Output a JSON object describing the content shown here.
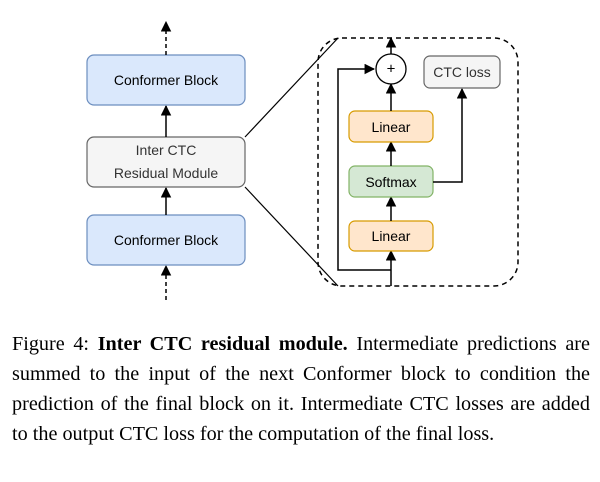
{
  "diagram": {
    "left": {
      "top_block": "Conformer Block",
      "inter_line1": "Inter CTC",
      "inter_line2": "Residual Module",
      "bottom_block": "Conformer Block"
    },
    "right": {
      "plus": "+",
      "ctc_loss": "CTC loss",
      "linear_top": "Linear",
      "softmax": "Softmax",
      "linear_bottom": "Linear"
    },
    "colors": {
      "conformer_fill": "#dae8fc",
      "conformer_stroke": "#6c8ebf",
      "inter_fill": "#f5f5f5",
      "inter_stroke": "#666666",
      "linear_fill": "#ffe6cc",
      "linear_stroke": "#d79b00",
      "softmax_fill": "#d5e8d4",
      "softmax_stroke": "#82b366"
    }
  },
  "caption": {
    "label": "Figure 4: ",
    "title": "Inter CTC residual module.",
    "text": " Intermediate pre­dictions are summed to the input of the next Conformer block to condition the prediction of the final block on it. Intermediate CTC losses are added to the output CTC loss for the computation of the final loss."
  }
}
